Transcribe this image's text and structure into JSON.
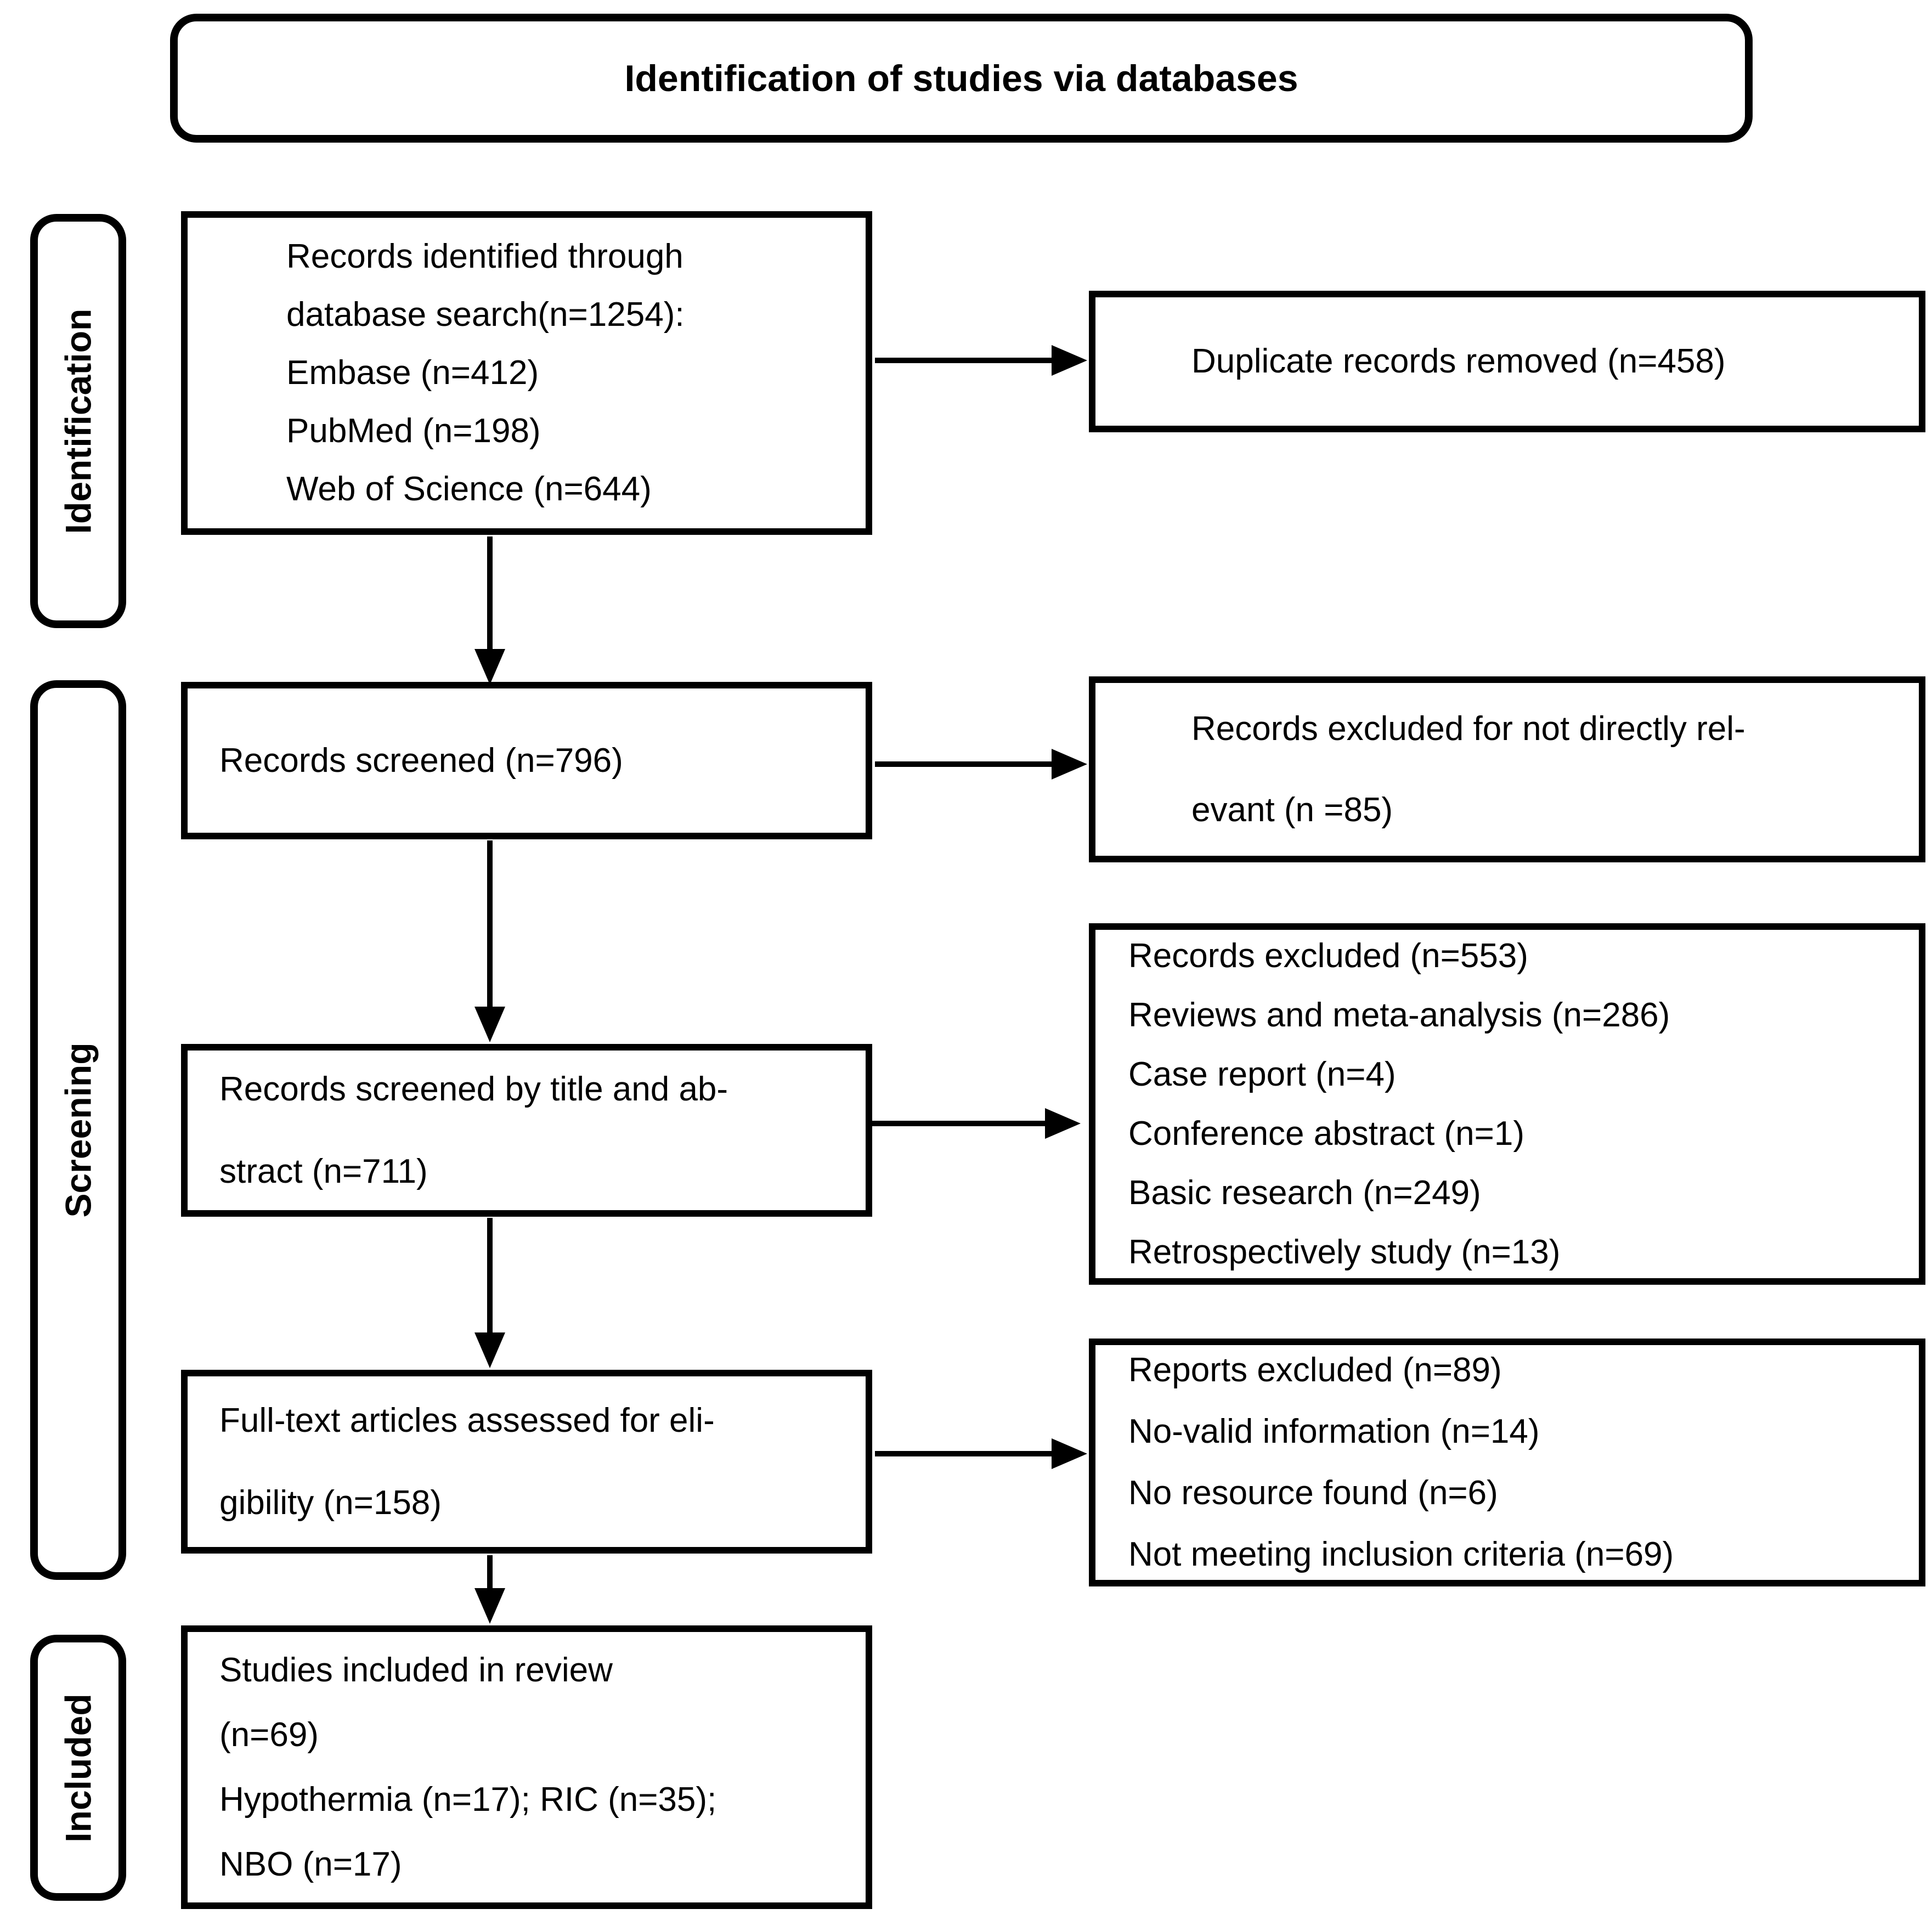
{
  "title": "Identification of studies via databases",
  "stages": [
    {
      "label": "Identification"
    },
    {
      "label": "Screening"
    },
    {
      "label": "Included"
    }
  ],
  "boxes": {
    "identified": {
      "lines": [
        "Records identified through",
        "database search(n=1254):",
        "Embase (n=412)",
        "PubMed (n=198)",
        "Web of Science (n=644)"
      ]
    },
    "duplicates_removed": {
      "lines": [
        "Duplicate records removed (n=458)"
      ]
    },
    "screened": {
      "lines": [
        "Records screened (n=796)"
      ]
    },
    "excluded_not_relevant": {
      "lines": [
        "Records excluded for not directly rel-",
        "evant (n =85)"
      ]
    },
    "screened_title_abstract": {
      "lines": [
        "Records screened by title and ab-",
        "stract (n=711)"
      ]
    },
    "excluded_title_abstract": {
      "lines": [
        "Records excluded (n=553)",
        "Reviews and meta-analysis (n=286)",
        "Case report (n=4)",
        "Conference abstract (n=1)",
        "Basic research (n=249)",
        "Retrospectively study (n=13)"
      ]
    },
    "fulltext_assessed": {
      "lines": [
        "Full-text articles assessed for eli-",
        "gibility (n=158)"
      ]
    },
    "reports_excluded": {
      "lines": [
        "Reports excluded (n=89)",
        "No-valid information (n=14)",
        "No resource found (n=6)",
        "Not meeting inclusion criteria (n=69)"
      ]
    },
    "studies_included": {
      "lines": [
        "Studies included in review",
        "(n=69)",
        "Hypothermia (n=17); RIC (n=35);",
        "NBO (n=17)"
      ]
    }
  },
  "colors": {
    "line": "#000000",
    "background": "#ffffff"
  }
}
